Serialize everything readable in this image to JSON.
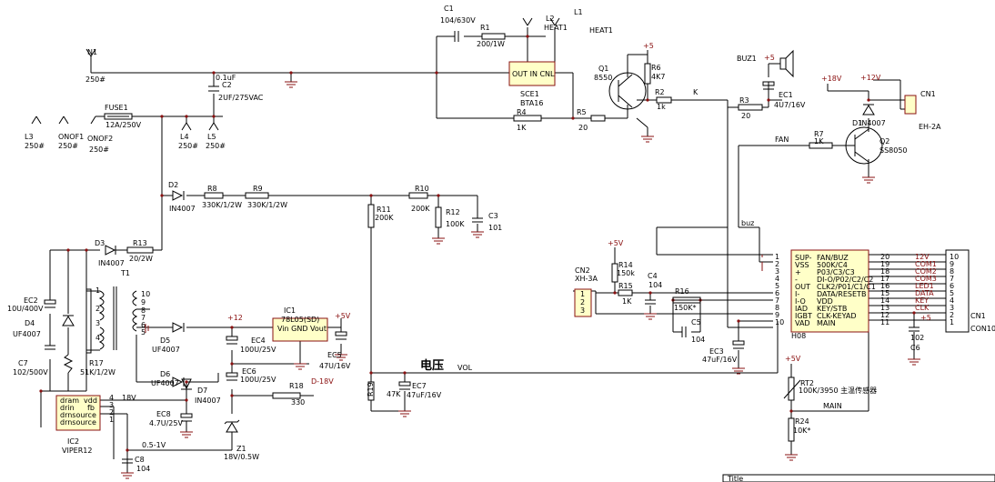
{
  "nets": {
    "n1": "N1",
    "n1_pin": "250#",
    "l1": "L1",
    "l1_net": "HEAT1",
    "l2": "L2",
    "l2_net": "HEAT1",
    "l3": "L3",
    "l3_pin": "250#",
    "onof1": "ONOF1",
    "onof1_pin": "250#",
    "onof2": "ONOF2",
    "onof2_pin": "250#",
    "l4": "L4",
    "l4_pin": "250#",
    "l5": "L5",
    "l5_pin": "250#",
    "k": "K",
    "fan": "FAN",
    "buz": "buz",
    "vol": "VOL",
    "main": "MAIN",
    "vol_cn": "电压"
  },
  "components": {
    "c1": "C1",
    "c1_val": "104/630V",
    "r1": "R1",
    "r1_val": "200/1W",
    "c2": "C2",
    "c2_val1": "0.1uF",
    "c2_val2": "2UF/275VAC",
    "fuse1": "FUSE1",
    "fuse1_val": "12A/250V",
    "sce1": "SCE1",
    "sce1_val": "BTA16",
    "sce1_body": "OUT IN CNL",
    "r4": "R4",
    "r4_val": "1K",
    "r5": "R5",
    "r5_val": "20",
    "q1": "Q1",
    "q1_val": "8550",
    "r6": "R6",
    "r6_val": "4K7",
    "r2": "R2",
    "r2_val": "1k",
    "buz1": "BUZ1",
    "ec1": "EC1",
    "ec1_val": "4U7/16V",
    "r3": "R3",
    "r3_val": "20",
    "d1": "D1",
    "d1_val": "IN4007",
    "cn1_top": "CN1",
    "cn1_top_val": "EH-2A",
    "r7": "R7",
    "r7_val": "1K",
    "q2": "Q2",
    "q2_val": "SS8050",
    "d2": "D2",
    "d2_val": "IN4007",
    "r8": "R8",
    "r8_val": "330K/1/2W",
    "r9": "R9",
    "r9_val": "330K/1/2W",
    "r10": "R10",
    "r10_val": "200K",
    "r11": "R11",
    "r11_val": "200K",
    "r12": "R12",
    "r12_val": "100K",
    "c3": "C3",
    "c3_val": "101",
    "d3": "D3",
    "d3_val": "IN4007",
    "r13": "R13",
    "r13_val": "20/2W",
    "t1": "T1",
    "ec2": "EC2",
    "ec2_val": "10U/400V",
    "d4": "D4",
    "d4_val": "UF4007",
    "c7": "C7",
    "c7_val": "102/500V",
    "r17": "R17",
    "r17_val": "51K/1/2W",
    "d5": "D5",
    "d5_val": "UF4007",
    "d6": "D6",
    "d6_val": "UF4007",
    "d7": "D7",
    "d7_val": "IN4007",
    "ic1": "IC1",
    "ic1_val": "78L05(SD)",
    "ic1_body": "Vin GND Vout",
    "ec4": "EC4",
    "ec4_val": "100U/25V",
    "ec5": "EC5",
    "ec5_val": "47U/16V",
    "ec6": "EC6",
    "ec6_val": "100U/25V",
    "r18": "R18",
    "r18_val": "330",
    "ec8": "EC8",
    "ec8_val": "4.7U/25V",
    "z1": "Z1",
    "z1_val": "18V/0.5W",
    "ic2": "IC2",
    "ic2_val": "VIPER12",
    "c8": "C8",
    "c8_val": "104",
    "r19": "R19",
    "r19_val": "47K",
    "ec7": "EC7",
    "ec7_val": "47uF/16V",
    "r14": "R14",
    "r14_val": "150k",
    "cn2": "CN2",
    "cn2_val": "XH-3A",
    "r15": "R15",
    "r15_val": "1K",
    "c4": "C4",
    "c4_val": "104",
    "r16": "R16",
    "r16_val": "150K*",
    "c5": "C5",
    "c5_val": "104",
    "ec3": "EC3",
    "ec3_val": "47uF/16V",
    "u1": "H08",
    "c6": "C6",
    "c6_val": "102",
    "rt2": "RT2",
    "rt2_val": "100K/3950 主温传感器",
    "r24": "R24",
    "r24_val": "10K*",
    "cn1": "CN1",
    "cn10": "CON10"
  },
  "power": {
    "p5": "+5",
    "p12": "+12",
    "p12v": "+12V",
    "p18v": "+18V",
    "p5v": "+5V",
    "n18v": "D-18V",
    "v18": "18V",
    "v05": "0.5-1V",
    "p5_right": "+5"
  },
  "ic2_pins": [
    "dram",
    "vdd",
    "drin",
    "fb",
    "drnsource",
    "drnsource"
  ],
  "ic2_pinnums": [
    "4",
    "3",
    "2",
    "1"
  ],
  "u1_left_pins": [
    "SUP-",
    "VSS",
    "+",
    "-",
    "OUT",
    "I-",
    "I-O",
    "IAD",
    "IGBT",
    "VAD"
  ],
  "u1_right_pins": [
    "FAN/BUZ",
    "500K/C4",
    "P03/C3/C3",
    "DI-O/P02/C2/C2",
    "CLK2/P01/C1/C1",
    "DATA/RESETB",
    "VDD",
    "KEY/STB",
    "CLK-KEYAD",
    "MAIN"
  ],
  "u1_left_nums": [
    "1",
    "2",
    "3",
    "4",
    "5",
    "6",
    "7",
    "8",
    "9",
    "10"
  ],
  "u1_right_nums": [
    "20",
    "19",
    "18",
    "17",
    "16",
    "15",
    "14",
    "13",
    "12",
    "11"
  ],
  "u1_nets": [
    "12V",
    "COM1",
    "COM2",
    "COM3",
    "LED1",
    "DATA",
    "KEY",
    "CLK"
  ],
  "cn1_nums": [
    "10",
    "9",
    "8",
    "7",
    "6",
    "5",
    "4",
    "3",
    "2",
    "1"
  ],
  "cn2_nums": [
    "1",
    "2",
    "3"
  ],
  "t1_nums": [
    "10",
    "9",
    "8",
    "7",
    "6",
    "5",
    "1",
    "2",
    "3",
    "4"
  ],
  "title_block": {
    "title": "Title"
  }
}
